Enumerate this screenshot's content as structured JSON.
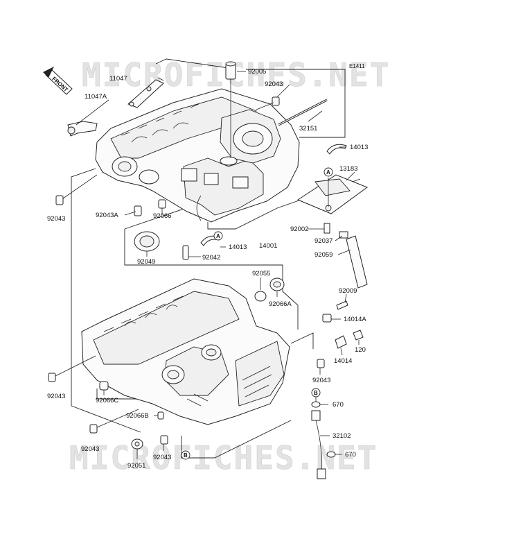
{
  "diagram_code": "E1411",
  "watermark": "MICROFICHES.NET",
  "front_label": "FRONT",
  "callouts": [
    "A",
    "B"
  ],
  "parts": {
    "p11047": "11047",
    "p11047A": "11047A",
    "p92005": "92005",
    "p92043_top": "92043",
    "p32151": "32151",
    "p14013_top": "14013",
    "p13183": "13183",
    "p92043_left": "92043",
    "p92043A": "92043A",
    "p92066": "92066",
    "p92002": "92002",
    "p92037": "92037",
    "p92059": "92059",
    "p14013_mid": "14013",
    "p14001": "14001",
    "p92049": "92049",
    "p92042": "92042",
    "p92055": "92055",
    "p92066A": "92066A",
    "p92009": "92009",
    "p14014A": "14014A",
    "p120": "120",
    "p14014": "14014",
    "p92043_right": "92043",
    "p92043_left2": "92043",
    "p92066C": "92066C",
    "p670_a": "670",
    "p92066B": "92066B",
    "p32102": "32102",
    "p92043_bl": "92043",
    "p92043_bm": "92043",
    "p92051": "92051",
    "p670_b": "670"
  }
}
